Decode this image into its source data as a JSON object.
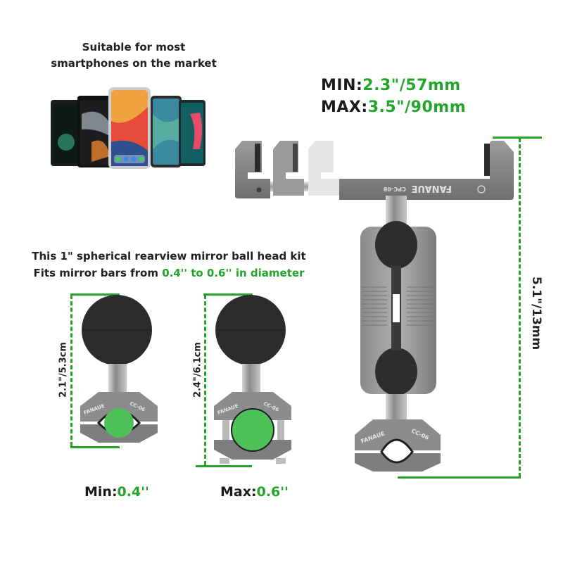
{
  "top_caption": {
    "line1": "Suitable for most",
    "line2": "smartphones on the market"
  },
  "phone_width_range": {
    "min_label": "MIN:",
    "min_value": "2.3\"/57mm",
    "max_label": "MAX:",
    "max_value": "3.5\"/90mm"
  },
  "holder": {
    "brand": "FANAUE",
    "model": "CPC-08"
  },
  "overall_height": "5.1\"/13mm",
  "kit_description": {
    "line1": "This 1\" spherical rearview mirror ball head kit",
    "line2_prefix": "Fits mirror bars from ",
    "line2_highlight": "0.4'' to 0.6'' in diameter"
  },
  "ball_heads": [
    {
      "height_label": "2.1\"/5.3cm",
      "clamp_brand": "FANAUE",
      "clamp_model": "CC-06",
      "size_label": "Min:",
      "size_value": "0.4''"
    },
    {
      "height_label": "2.4\"/6.1cm",
      "clamp_brand": "FANAUE",
      "clamp_model": "CC-06",
      "size_label": "Max:",
      "size_value": "0.6''"
    }
  ],
  "main_clamp": {
    "brand": "FANAUE",
    "model": "CC-06"
  },
  "colors": {
    "accent_green": "#22a52a",
    "metal_gray": "#8a8a8c",
    "rubber_black": "#2a2a2a",
    "fit_circle": "#4fc159"
  }
}
